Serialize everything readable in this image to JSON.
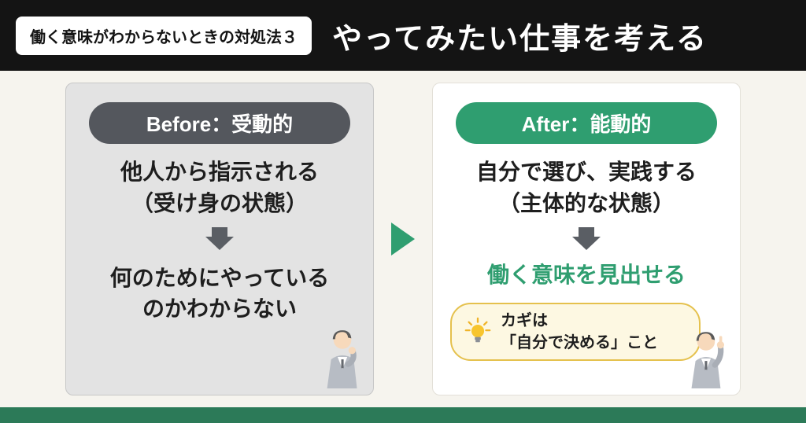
{
  "header": {
    "badge": "働く意味がわからないときの対処法３",
    "title": "やってみたい仕事を考える"
  },
  "before": {
    "label": "Before：受動的",
    "state": "他人から指示される\n（受け身の状態）",
    "result": "何のためにやっている\nのかわからない"
  },
  "after": {
    "label": "After：能動的",
    "state": "自分で選び、実践する\n（主体的な状態）",
    "result": "働く意味を見出せる",
    "note": "カギは\n「自分で決める」こと"
  },
  "icons": {
    "down_arrow": "down-arrow-icon",
    "right_arrow": "right-arrow-icon",
    "lightbulb": "lightbulb-icon",
    "thinking_person": "thinking-person-illustration",
    "pointing_person": "pointing-person-illustration"
  },
  "colors": {
    "header_bg": "#141414",
    "page_bg": "#f6f4ee",
    "accent_green": "#2f9e70",
    "footer_green": "#2c7a58",
    "before_pill_gray": "#54575d",
    "arrow_gray": "#5a5e64",
    "note_border_yellow": "#e5c14d",
    "note_bg": "#fdf8e2"
  }
}
